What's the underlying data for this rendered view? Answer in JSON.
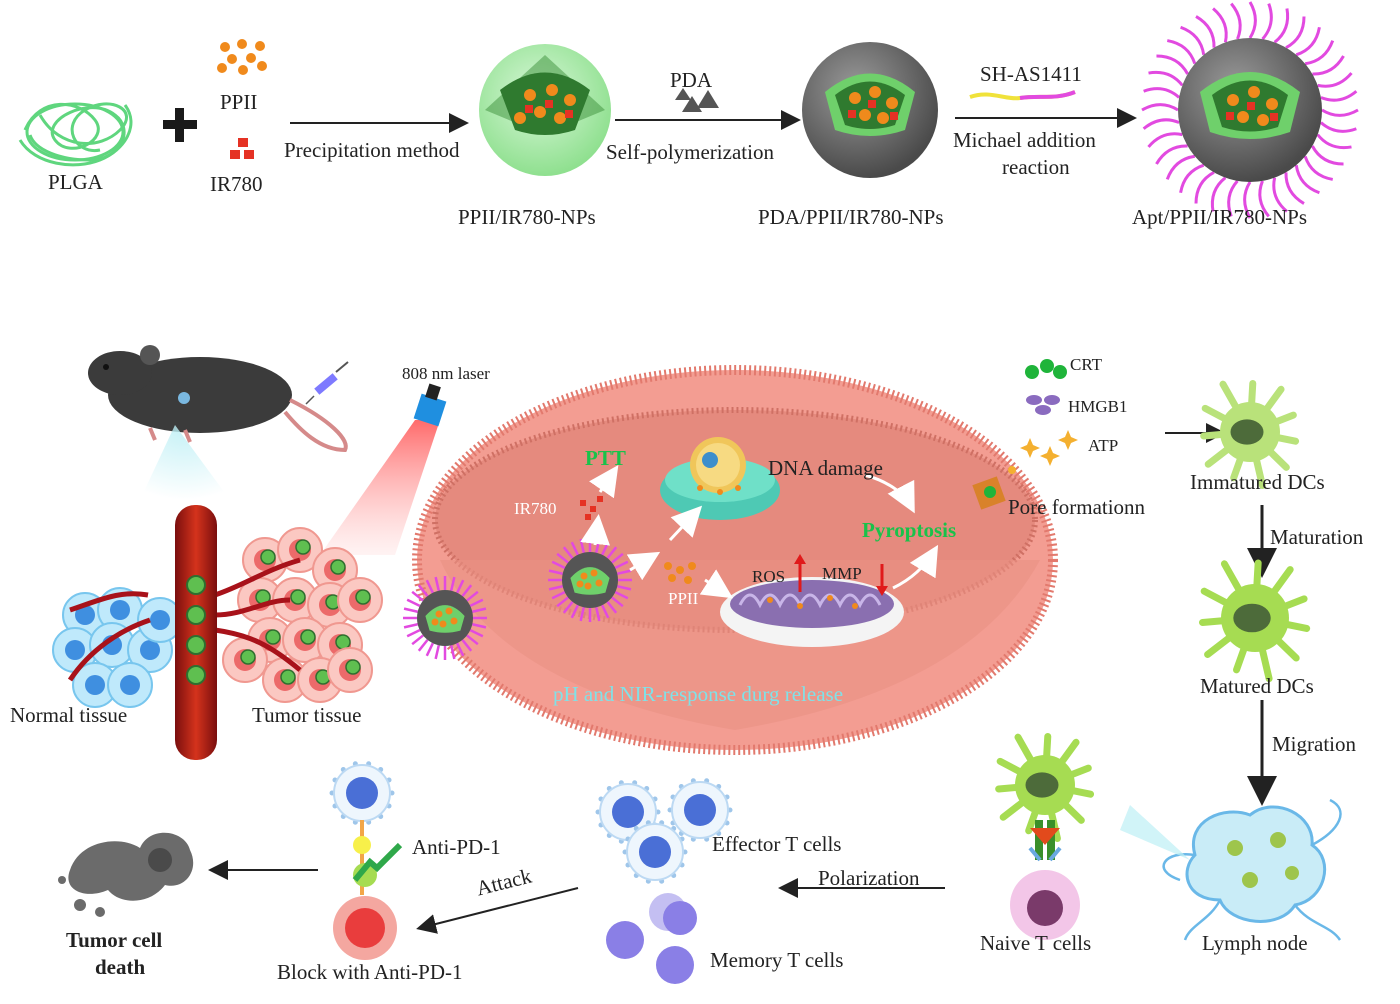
{
  "synthesis": {
    "plga": "PLGA",
    "ppii": "PPII",
    "ir780": "IR780",
    "precipitation": "Precipitation method",
    "pda": "PDA",
    "self_polymerization": "Self-polymerization",
    "sh_as1411": "SH-AS1411",
    "michael_line1": "Michael addition",
    "michael_line2": "reaction",
    "np1": "PPII/IR780-NPs",
    "np2": "PDA/PPII/IR780-NPs",
    "np3": "Apt/PPII/IR780-NPs"
  },
  "mechanism": {
    "laser": "808 nm laser",
    "normal_tissue": "Normal tissue",
    "tumor_tissue": "Tumor tissue",
    "ptt": "PTT",
    "ir780": "IR780",
    "dna_damage": "DNA damage",
    "pyroptosis": "Pyroptosis",
    "ros": "ROS",
    "mmp": "MMP",
    "ppii": "PPII",
    "release": "pH and NIR-response durg release",
    "crt": "CRT",
    "hmgb1": "HMGB1",
    "atp": "ATP",
    "pore": "Pore formationn"
  },
  "immune": {
    "immature_dcs": "Immatured DCs",
    "maturation": "Maturation",
    "matured_dcs": "Matured DCs",
    "migration": "Migration",
    "lymph_node": "Lymph node",
    "naive_t": "Naive T cells",
    "polarization": "Polarization",
    "effector_t": "Effector T cells",
    "memory_t": "Memory T cells",
    "anti_pd1": "Anti-PD-1",
    "attack": "Attack",
    "block": "Block with Anti-PD-1",
    "death_line1": "Tumor cell",
    "death_line2": "death"
  },
  "colors": {
    "plga": "#5fd67e",
    "ppii": "#f08a1c",
    "ir780": "#e53224",
    "pda_shell": "#5a5a5a",
    "aptamer": "#e24ae0",
    "cell_body": "#f0928a",
    "crt": "#1fb43a",
    "hmgb1": "#8a6bbf",
    "dc_green": "#a6dc52"
  }
}
